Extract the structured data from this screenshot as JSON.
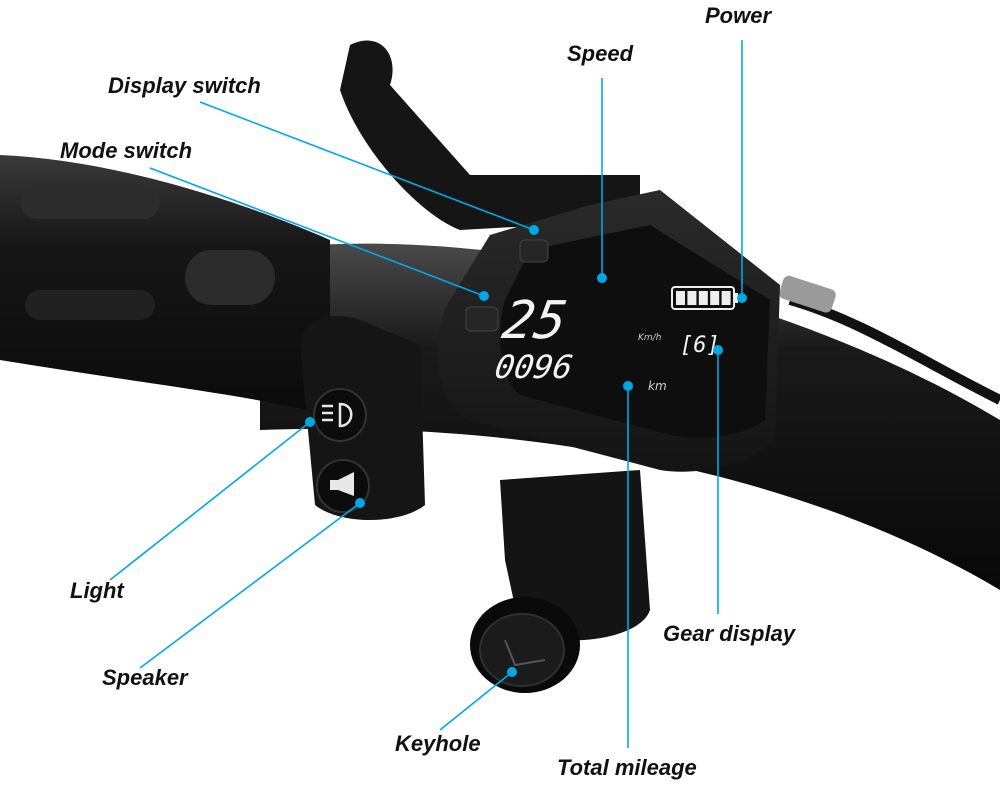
{
  "labels": {
    "power": "Power",
    "speed": "Speed",
    "display_switch": "Display switch",
    "mode_switch": "Mode switch",
    "light": "Light",
    "speaker": "Speaker",
    "keyhole": "Keyhole",
    "total_mileage": "Total mileage",
    "gear_display": "Gear display"
  },
  "display": {
    "speed_value": "25",
    "speed_unit": "Km/h",
    "odometer_value": "0096",
    "odometer_unit": "km",
    "gear_value": "[6]",
    "battery_level": 1.0
  },
  "colors": {
    "callout_line": "#00a8e8",
    "body": "#1c1c1c",
    "label_text": "#111111"
  },
  "icons": {
    "light_button": "headlight-icon",
    "speaker_button": "horn-icon"
  }
}
